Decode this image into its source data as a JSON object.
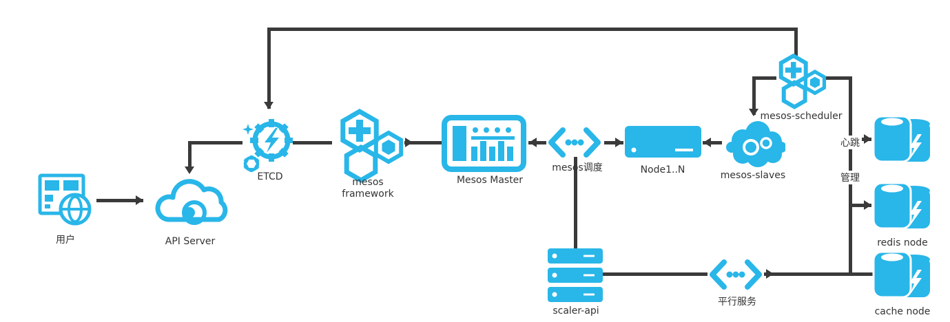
{
  "diagram": {
    "background_color": "#ffffff",
    "accent_color": "#29b6e8",
    "line_color": "#3a3a3a",
    "text_color": "#333333",
    "nodes": {
      "portal": {
        "label": "用户",
        "icon": "browser-globe-icon"
      },
      "api_server": {
        "label": "API Server",
        "icon": "cloud-service-icon"
      },
      "etcd": {
        "label": "ETCD",
        "icon": "gears-lightning-icon"
      },
      "mesos_framework": {
        "label_line1": "mesos",
        "label_line2": "framework",
        "icon": "hexagon-cluster-icon"
      },
      "mesos_master": {
        "label": "Mesos Master",
        "icon": "server-dashboard-icon"
      },
      "mesos_dispatch": {
        "label": "mesos调度",
        "icon": "code-brackets-icon"
      },
      "node_cluster": {
        "label": "Node1..N",
        "icon": "server-block-icon"
      },
      "mesos_slaves": {
        "label": "mesos-slaves",
        "icon": "gear-cloud-icon"
      },
      "mesos_scheduler": {
        "label": "mesos-scheduler",
        "icon": "hexagon-cluster-icon"
      },
      "db_top": {
        "label": "",
        "icon": "cache-database-icon"
      },
      "redis_node": {
        "label": "redis node",
        "icon": "cache-database-icon"
      },
      "cache_node": {
        "label": "cache node",
        "icon": "cache-database-icon"
      },
      "scaler_api": {
        "label": "scaler-api",
        "icon": "server-stack-icon"
      },
      "parallel_service": {
        "label": "平行服务",
        "icon": "code-brackets-icon"
      }
    },
    "edge_labels": {
      "heartbeat": "心跳",
      "manage": "管理"
    }
  }
}
